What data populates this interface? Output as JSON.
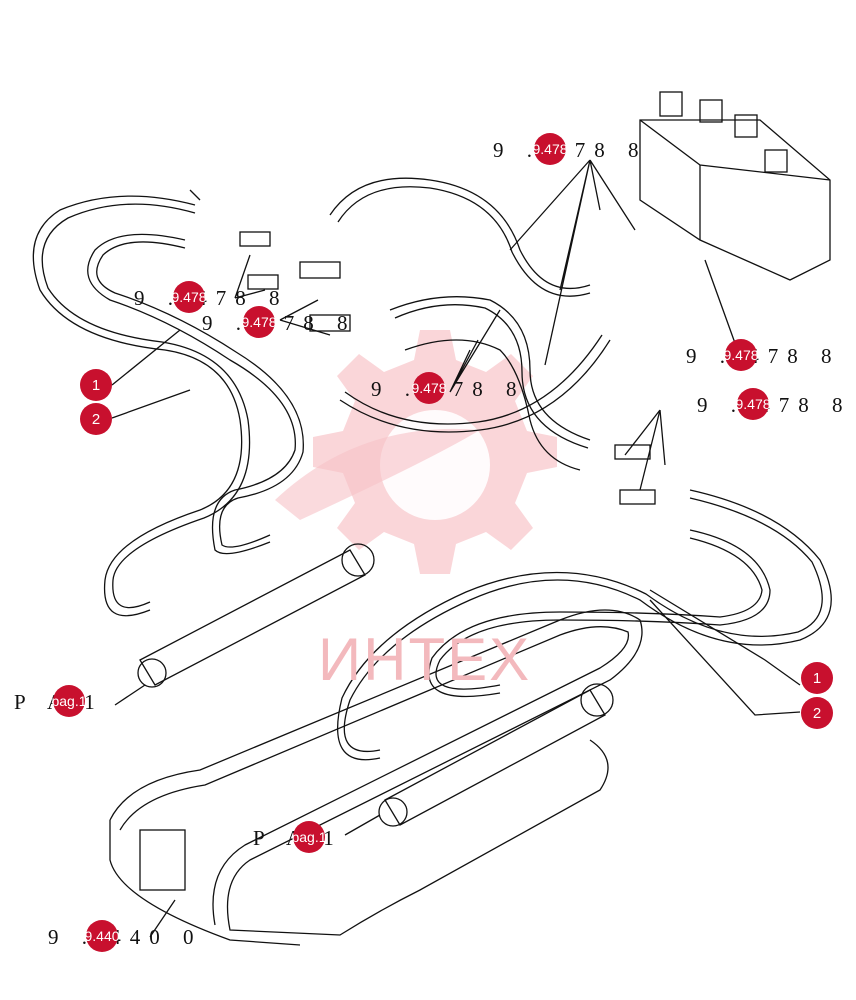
{
  "watermark": {
    "text": "ИНТЕХ",
    "color": "#f3b9bd"
  },
  "accent": "#c8102e",
  "labels": {
    "ref_top": "9 . 478 8",
    "ref_left": "9 . 478 8",
    "ref_left2": "9 . 478 8",
    "ref_mid": "9 . 478 8",
    "ref_right1": "9 . 478 8",
    "ref_right2": "9 . 478 8",
    "ref_frame": "9 . 440 0",
    "pa_left": "P A 1",
    "pa_mid": "P A 1"
  },
  "badges": {
    "ref": "9.478",
    "ref_frame": "9.440",
    "pag": "pag.1"
  },
  "callouts": {
    "left_1": "1",
    "left_2": "2",
    "right_1": "1",
    "right_2": "2"
  }
}
